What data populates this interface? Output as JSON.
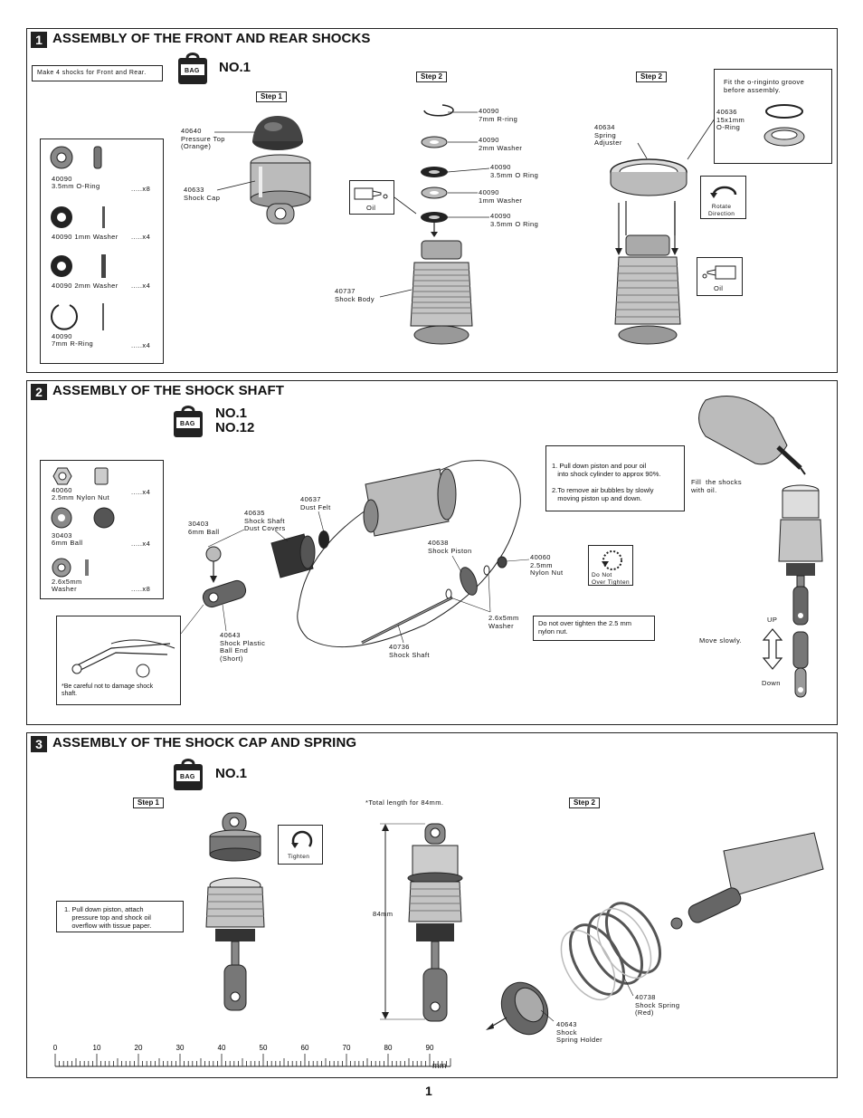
{
  "page_number": "1",
  "bag_label": "BAG",
  "sections": [
    {
      "num": "1",
      "title": "ASSEMBLY OF THE FRONT AND REAR SHOCKS",
      "bag_numbers": "NO.1",
      "instruction": "Make 4 shocks for Front and Rear.",
      "steps": [
        "Step 1",
        "Step 2",
        "Step 2"
      ],
      "parts": [
        {
          "code": "40090",
          "name": "3.5mm O-Ring",
          "qty": ".....x8"
        },
        {
          "code": "40090 1mm Washer",
          "name": "",
          "qty": ".....x4"
        },
        {
          "code": "40090 2mm Washer",
          "name": "",
          "qty": ".....x4"
        },
        {
          "code": "40090",
          "name": "7mm R-Ring",
          "qty": ".....x4"
        }
      ],
      "labels": {
        "pressure_top": "40640\nPressure Top\n(Orange)",
        "shock_cap": "40633\nShock Cap",
        "r_ring": "40090\n7mm R-ring",
        "washer2": "40090\n2mm Washer",
        "oring1": "40090\n3.5mm O Ring",
        "washer1": "40090\n1mm Washer",
        "oring2": "40090\n3.5mm O Ring",
        "shock_body": "40737\nShock Body",
        "oil": "Oil",
        "spring_adjuster": "40634\nSpring\nAdjuster",
        "fit_note": "Fit the o-ringinto groove\nbefore assembly.",
        "oring15": "40636\n15x1mm\nO-Ring",
        "rotate": "Rotate\nDirection",
        "oil2": "Oil"
      }
    },
    {
      "num": "2",
      "title": "ASSEMBLY OF THE SHOCK SHAFT",
      "bag_numbers": "NO.1\nNO.12",
      "parts": [
        {
          "code": "40060",
          "name": "2.5mm Nylon Nut",
          "qty": ".....x4"
        },
        {
          "code": "30403",
          "name": "6mm Ball",
          "qty": ".....x4"
        },
        {
          "code": "2.6x5mm",
          "name": "Washer",
          "qty": ".....x8"
        }
      ],
      "labels": {
        "ball": "30403\n6mm Ball",
        "dust_covers": "40635\nShock Shaft\nDust Covers",
        "dust_felt": "40637\nDust Felt",
        "piston": "40638\nShock Piston",
        "nut": "40060\n2.5mm\nNylon Nut",
        "do_not": "Do Not\nOver Tighten",
        "washer": "2.6x5mm\nWasher",
        "ball_end": "40643\nShock Plastic\nBall End\n(Short)",
        "shaft": "40736\nShock Shaft",
        "careful": "*Be careful not to damage shock\nshaft.",
        "oil_note": "1. Pull down piston and pour oil\n   into shock cylinder to approx 90%.\n\n2.To remove air bubbles by slowly\n   moving piston up and down.",
        "fill": "Fill  the shocks\nwith oil.",
        "tighten_note": "Do not over tighten the 2.5 mm\nnylon nut.",
        "up": "UP",
        "move": "Move slowly.",
        "down": "Down"
      }
    },
    {
      "num": "3",
      "title": "ASSEMBLY OF THE SHOCK CAP AND SPRING",
      "bag_numbers": "NO.1",
      "steps": [
        "Step 1",
        "Step 2"
      ],
      "labels": {
        "tighten": "Tighten",
        "note": "1. Pull down piston, attach\n    pressure top and shock oil\n    overflow with tissue paper.",
        "total": "*Total length for 84mm.",
        "len": "84mm",
        "spring": "40738\nShock Spring\n(Red)",
        "holder": "40643\nShock\nSpring Holder"
      },
      "ruler": {
        "ticks": [
          "0",
          "10",
          "20",
          "30",
          "40",
          "50",
          "60",
          "70",
          "80",
          "90"
        ],
        "unit": "mm"
      }
    }
  ],
  "colors": {
    "ink": "#222222",
    "metal": "#9a9a9a",
    "dark": "#3a3a3a"
  }
}
